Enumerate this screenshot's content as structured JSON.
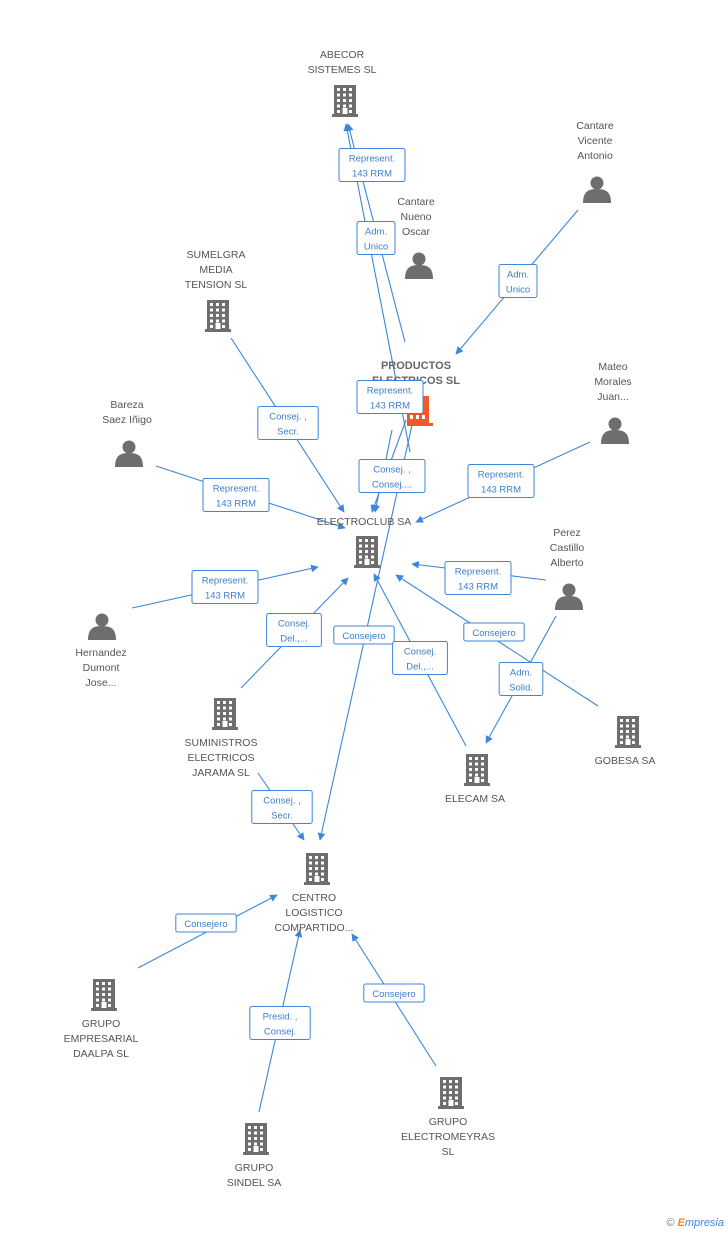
{
  "nodes": [
    {
      "id": "abecor",
      "type": "company",
      "label": [
        "ABECOR",
        "SISTEMES  SL"
      ]
    },
    {
      "id": "cantare_vicente",
      "type": "person",
      "label": [
        "Cantare",
        "Vicente",
        "Antonio"
      ]
    },
    {
      "id": "cantare_nueno",
      "type": "person",
      "label": [
        "Cantare",
        "Nueno",
        "Oscar"
      ]
    },
    {
      "id": "sumelgra",
      "type": "company",
      "label": [
        "SUMELGRA",
        "MEDIA",
        "TENSION SL"
      ]
    },
    {
      "id": "productos",
      "type": "company",
      "highlight": true,
      "label": [
        "PRODUCTOS",
        "ELECTRICOS SL"
      ]
    },
    {
      "id": "mateo",
      "type": "person",
      "label": [
        "Mateo",
        "Morales",
        "Juan..."
      ]
    },
    {
      "id": "bareza",
      "type": "person",
      "label": [
        "Bareza",
        "Saez Iñigo"
      ]
    },
    {
      "id": "electroclub",
      "type": "company",
      "label": [
        "ELECTROCLUB SA"
      ]
    },
    {
      "id": "perez",
      "type": "person",
      "label": [
        "Perez",
        "Castillo",
        "Alberto"
      ]
    },
    {
      "id": "hernandez",
      "type": "person",
      "label": [
        "Hernandez",
        "Dumont",
        "Jose..."
      ]
    },
    {
      "id": "suministros",
      "type": "company",
      "label": [
        "SUMINISTROS",
        "ELECTRICOS",
        "JARAMA SL"
      ]
    },
    {
      "id": "gobesa",
      "type": "company",
      "label": [
        "GOBESA SA"
      ]
    },
    {
      "id": "elecam",
      "type": "company",
      "label": [
        "ELECAM SA"
      ]
    },
    {
      "id": "centro",
      "type": "company",
      "label": [
        "CENTRO",
        "LOGISTICO",
        "COMPARTIDO..."
      ]
    },
    {
      "id": "daalpa",
      "type": "company",
      "label": [
        "GRUPO",
        "EMPRESARIAL",
        "DAALPA  SL"
      ]
    },
    {
      "id": "electromeyras",
      "type": "company",
      "label": [
        "GRUPO",
        "ELECTROMEYRAS",
        "SL"
      ]
    },
    {
      "id": "sindel",
      "type": "company",
      "label": [
        "GRUPO",
        "SINDEL SA"
      ]
    }
  ],
  "edges": [
    {
      "from": "productos",
      "to": "abecor",
      "label": [
        "Represent.",
        "143 RRM"
      ]
    },
    {
      "from": "productos",
      "to": "abecor",
      "label": [
        "Adm.",
        "Unico"
      ]
    },
    {
      "from": "cantare_vicente",
      "to": "productos",
      "label": [
        "Adm.",
        "Unico"
      ]
    },
    {
      "from": "productos",
      "to": "electroclub",
      "label": [
        "Represent.",
        "143 RRM"
      ]
    },
    {
      "from": "cantare_nueno",
      "to": "electroclub",
      "label": [
        "Consej. ,",
        "Consej...."
      ]
    },
    {
      "from": "sumelgra",
      "to": "electroclub",
      "label": [
        "Consej. ,",
        "Secr."
      ]
    },
    {
      "from": "mateo",
      "to": "electroclub",
      "label": [
        "Represent.",
        "143 RRM"
      ]
    },
    {
      "from": "bareza",
      "to": "electroclub",
      "label": [
        "Represent.",
        "143 RRM"
      ]
    },
    {
      "from": "perez",
      "to": "electroclub",
      "label": [
        "Represent.",
        "143 RRM"
      ]
    },
    {
      "from": "hernandez",
      "to": "electroclub",
      "label": [
        "Represent.",
        "143 RRM"
      ]
    },
    {
      "from": "suministros",
      "to": "electroclub",
      "label": [
        "Consej.",
        "Del.,..."
      ]
    },
    {
      "from": "productos",
      "to": "centro",
      "label": [
        "Consejero"
      ]
    },
    {
      "from": "elecam",
      "to": "electroclub",
      "label": [
        "Consej.",
        "Del.,..."
      ]
    },
    {
      "from": "gobesa",
      "to": "electroclub",
      "label": [
        "Consejero"
      ]
    },
    {
      "from": "perez",
      "to": "elecam",
      "label": [
        "Adm.",
        "Solid."
      ]
    },
    {
      "from": "suministros",
      "to": "centro",
      "label": [
        "Consej. ,",
        "Secr."
      ]
    },
    {
      "from": "daalpa",
      "to": "centro",
      "label": [
        "Consejero"
      ]
    },
    {
      "from": "sindel",
      "to": "centro",
      "label": [
        "Presid. ,",
        "Consej."
      ]
    },
    {
      "from": "electromeyras",
      "to": "centro",
      "label": [
        "Consejero"
      ]
    }
  ],
  "colors": {
    "edge": "#3d86d9",
    "icon": "#6e6e6e",
    "highlight": "#f05a28",
    "label": "#555555"
  },
  "watermark": {
    "copyright": "©",
    "brand_initial": "E",
    "brand_rest": "mpresia"
  }
}
